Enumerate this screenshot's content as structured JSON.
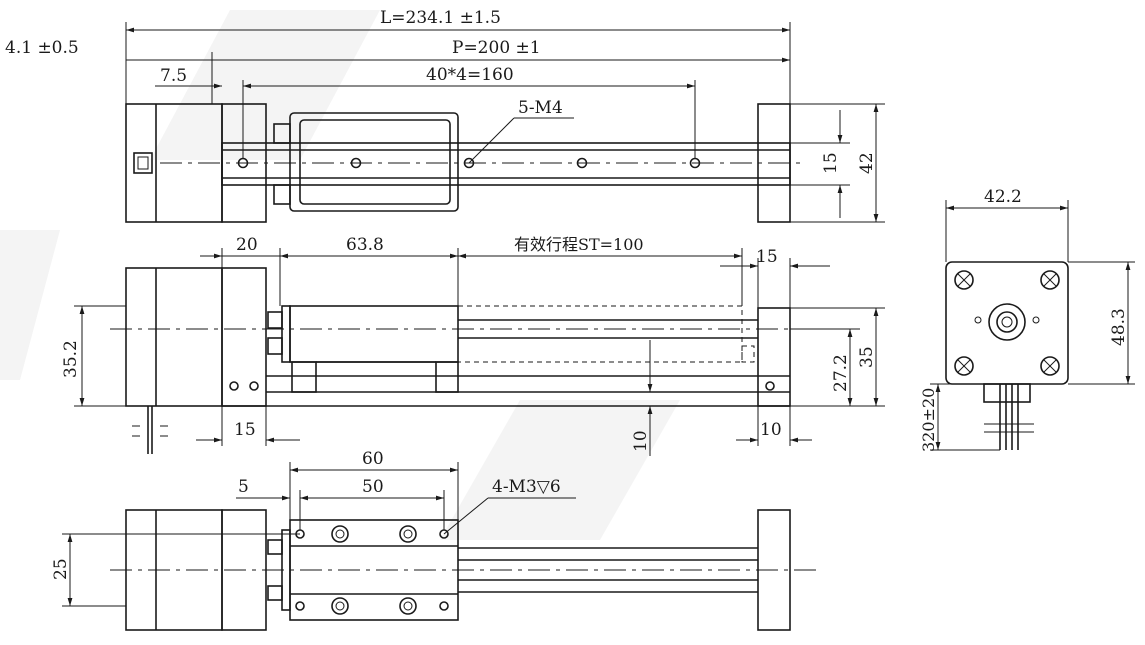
{
  "dimensions": {
    "total_length": "L=234.1 ±1.5",
    "offset": "4.1 ±0.5",
    "pitch_total": "P=200 ±1",
    "first_hole": "7.5",
    "hole_pitch": "40*4=160",
    "top_holes": "5-M4",
    "rail_width": "15",
    "overall_height_top": "42",
    "motor_len": "20",
    "carriage_len": "63.8",
    "stroke": "有效行程ST=100",
    "end_block": "15",
    "height_left": "35.2",
    "height_right_a": "27.2",
    "height_right_b": "35",
    "base_thk": "10",
    "bottom_left": "15",
    "bottom_right": "10",
    "flange_w": "42.2",
    "flange_h": "48.3",
    "cable": "320±20",
    "plate_len": "60",
    "plate_offset": "5",
    "hole_spacing": "50",
    "plate_holes": "4-M3▽6",
    "plate_width": "25"
  }
}
